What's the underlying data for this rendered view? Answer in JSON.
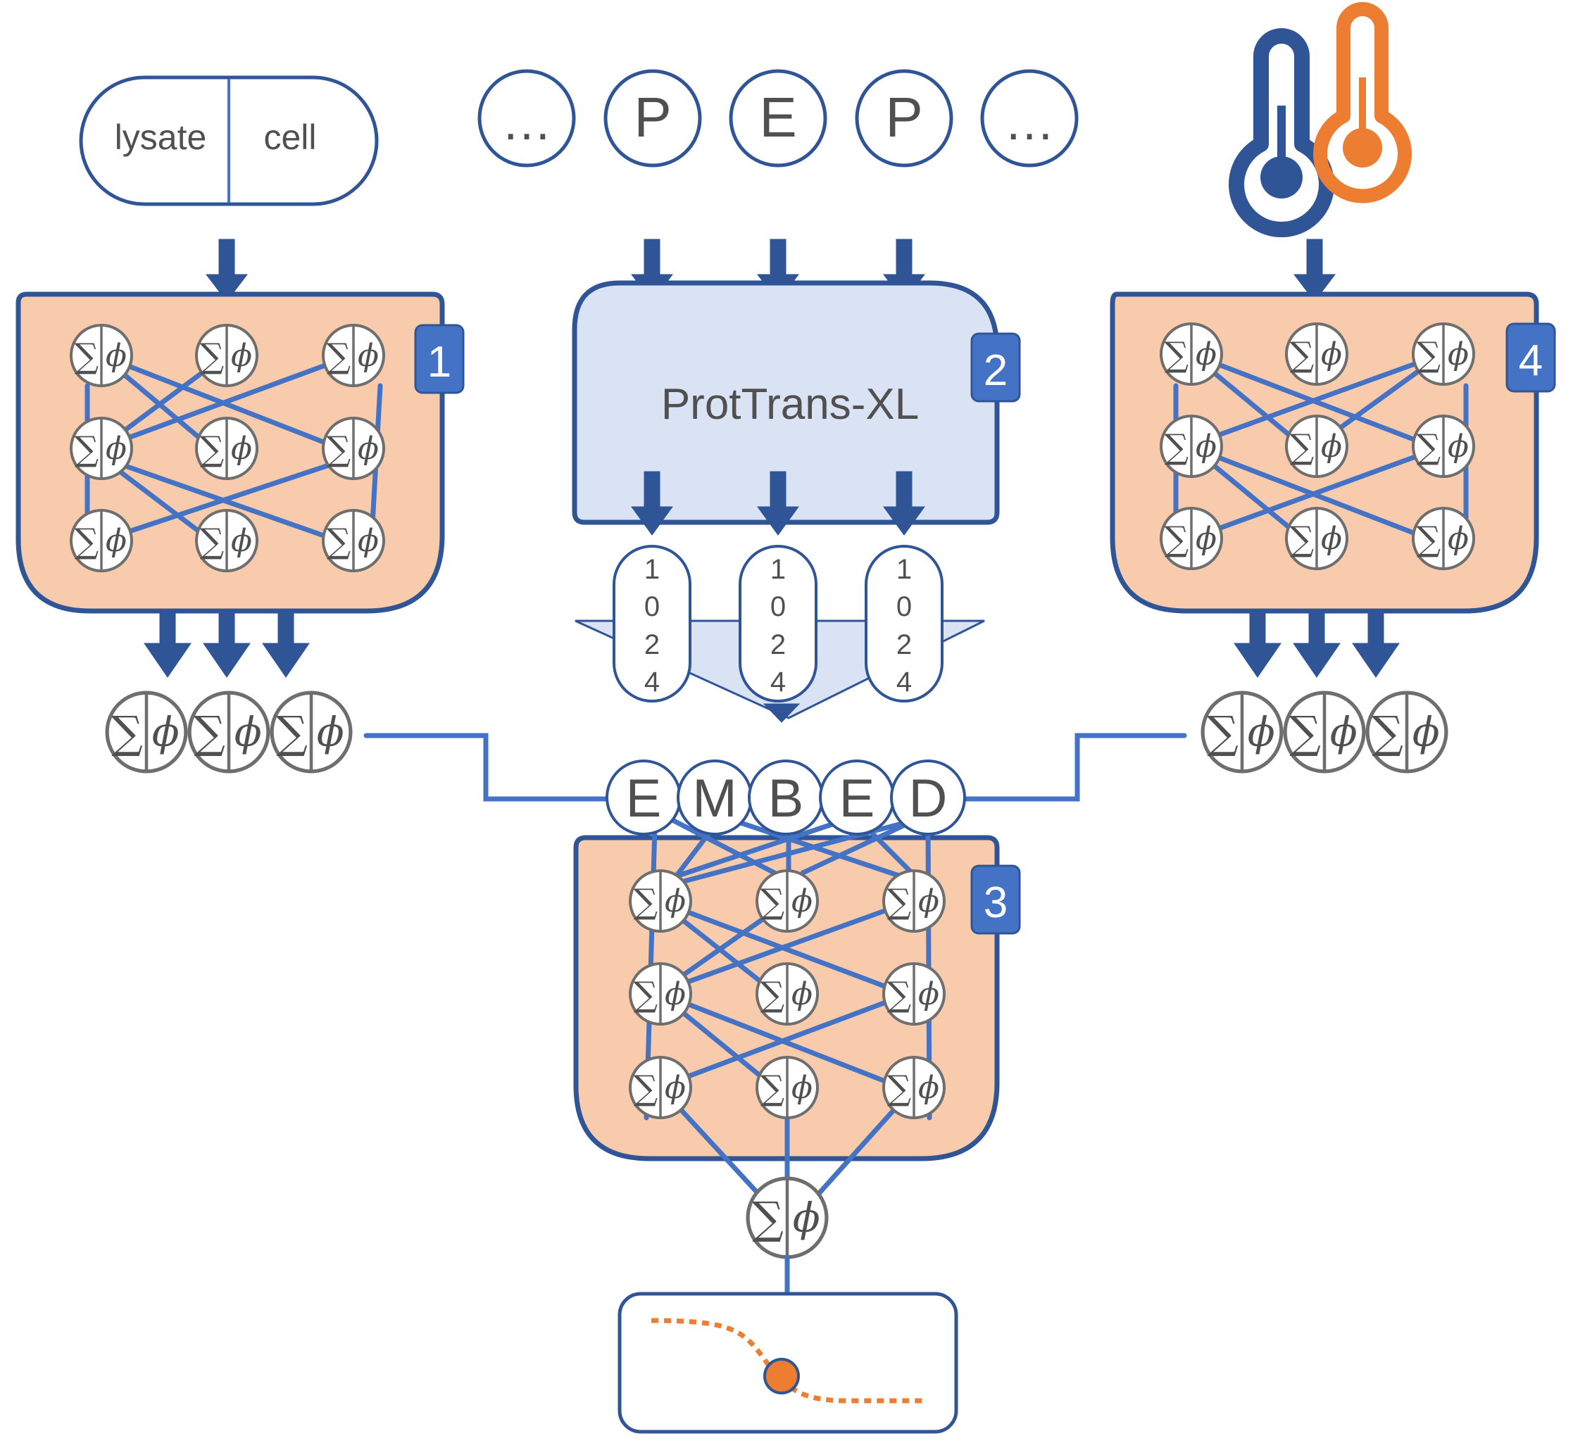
{
  "input_state": {
    "left_label": "lysate",
    "right_label": "cell"
  },
  "sequence_tokens": [
    "…",
    "P",
    "E",
    "P",
    "…"
  ],
  "embedding_dimension_digits": [
    "1",
    "0",
    "2",
    "4"
  ],
  "embed_letters": [
    "E",
    "M",
    "B",
    "E",
    "D"
  ],
  "model_name": "ProtTrans-XL",
  "neuron_symbols": {
    "sum": "∑",
    "phi": "ϕ"
  },
  "block_numbers": {
    "state_block": "1",
    "language_block": "2",
    "combined_block": "3",
    "temperature_block": "4"
  },
  "colors": {
    "block_fill": "#f8cbad",
    "block_stroke": "#2f5597",
    "model_fill": "#dae3f3",
    "wire": "#4472c4",
    "arrow": "#2f5597",
    "thermometer_cold": "#2f5597",
    "thermometer_hot": "#ed7d31",
    "curve": "#ed7d31"
  },
  "icons": [
    "thermometer-cold-icon",
    "thermometer-hot-icon",
    "melting-curve-icon"
  ]
}
